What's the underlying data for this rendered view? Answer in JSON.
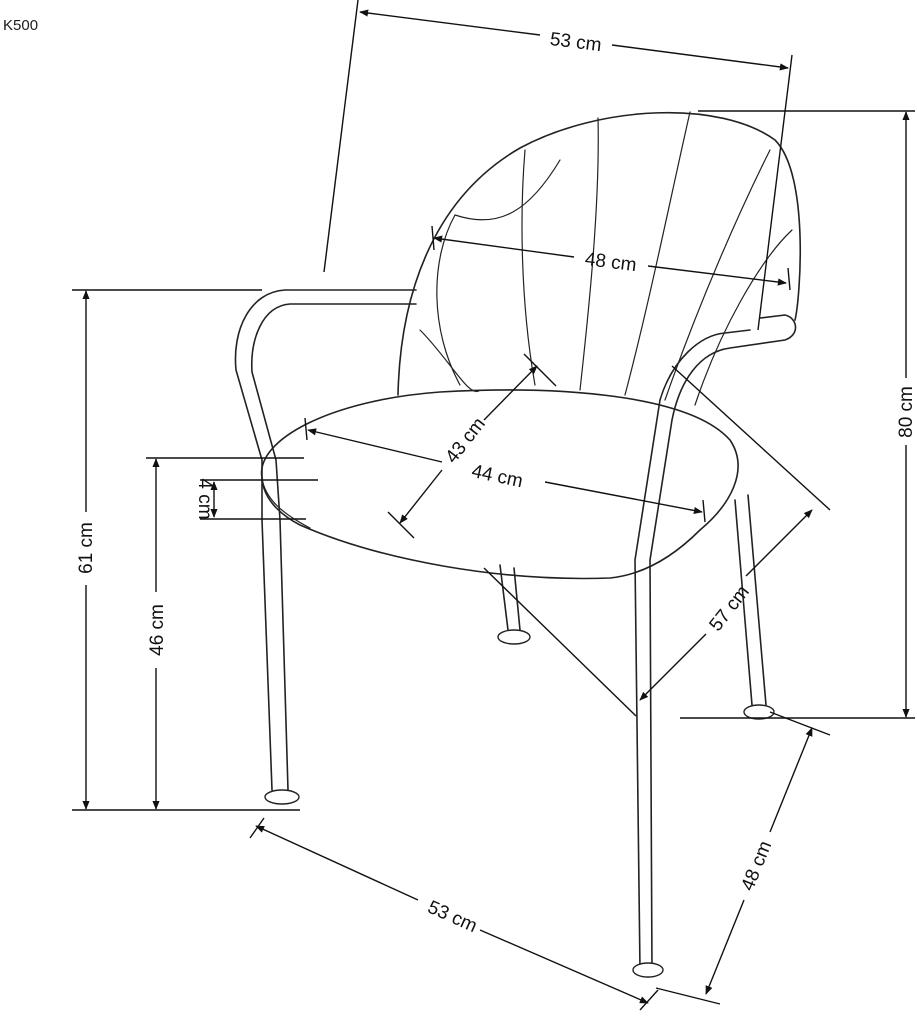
{
  "model": "K500",
  "dimensions": {
    "top_width": "53 cm",
    "back_width": "48 cm",
    "total_height": "80 cm",
    "armrest_height": "61 cm",
    "seat_height": "46 cm",
    "seat_thickness": "4 cm",
    "seat_depth": "43 cm",
    "seat_width": "44 cm",
    "seat_diagonal": "57 cm",
    "base_width": "53 cm",
    "base_depth": "48 cm"
  }
}
